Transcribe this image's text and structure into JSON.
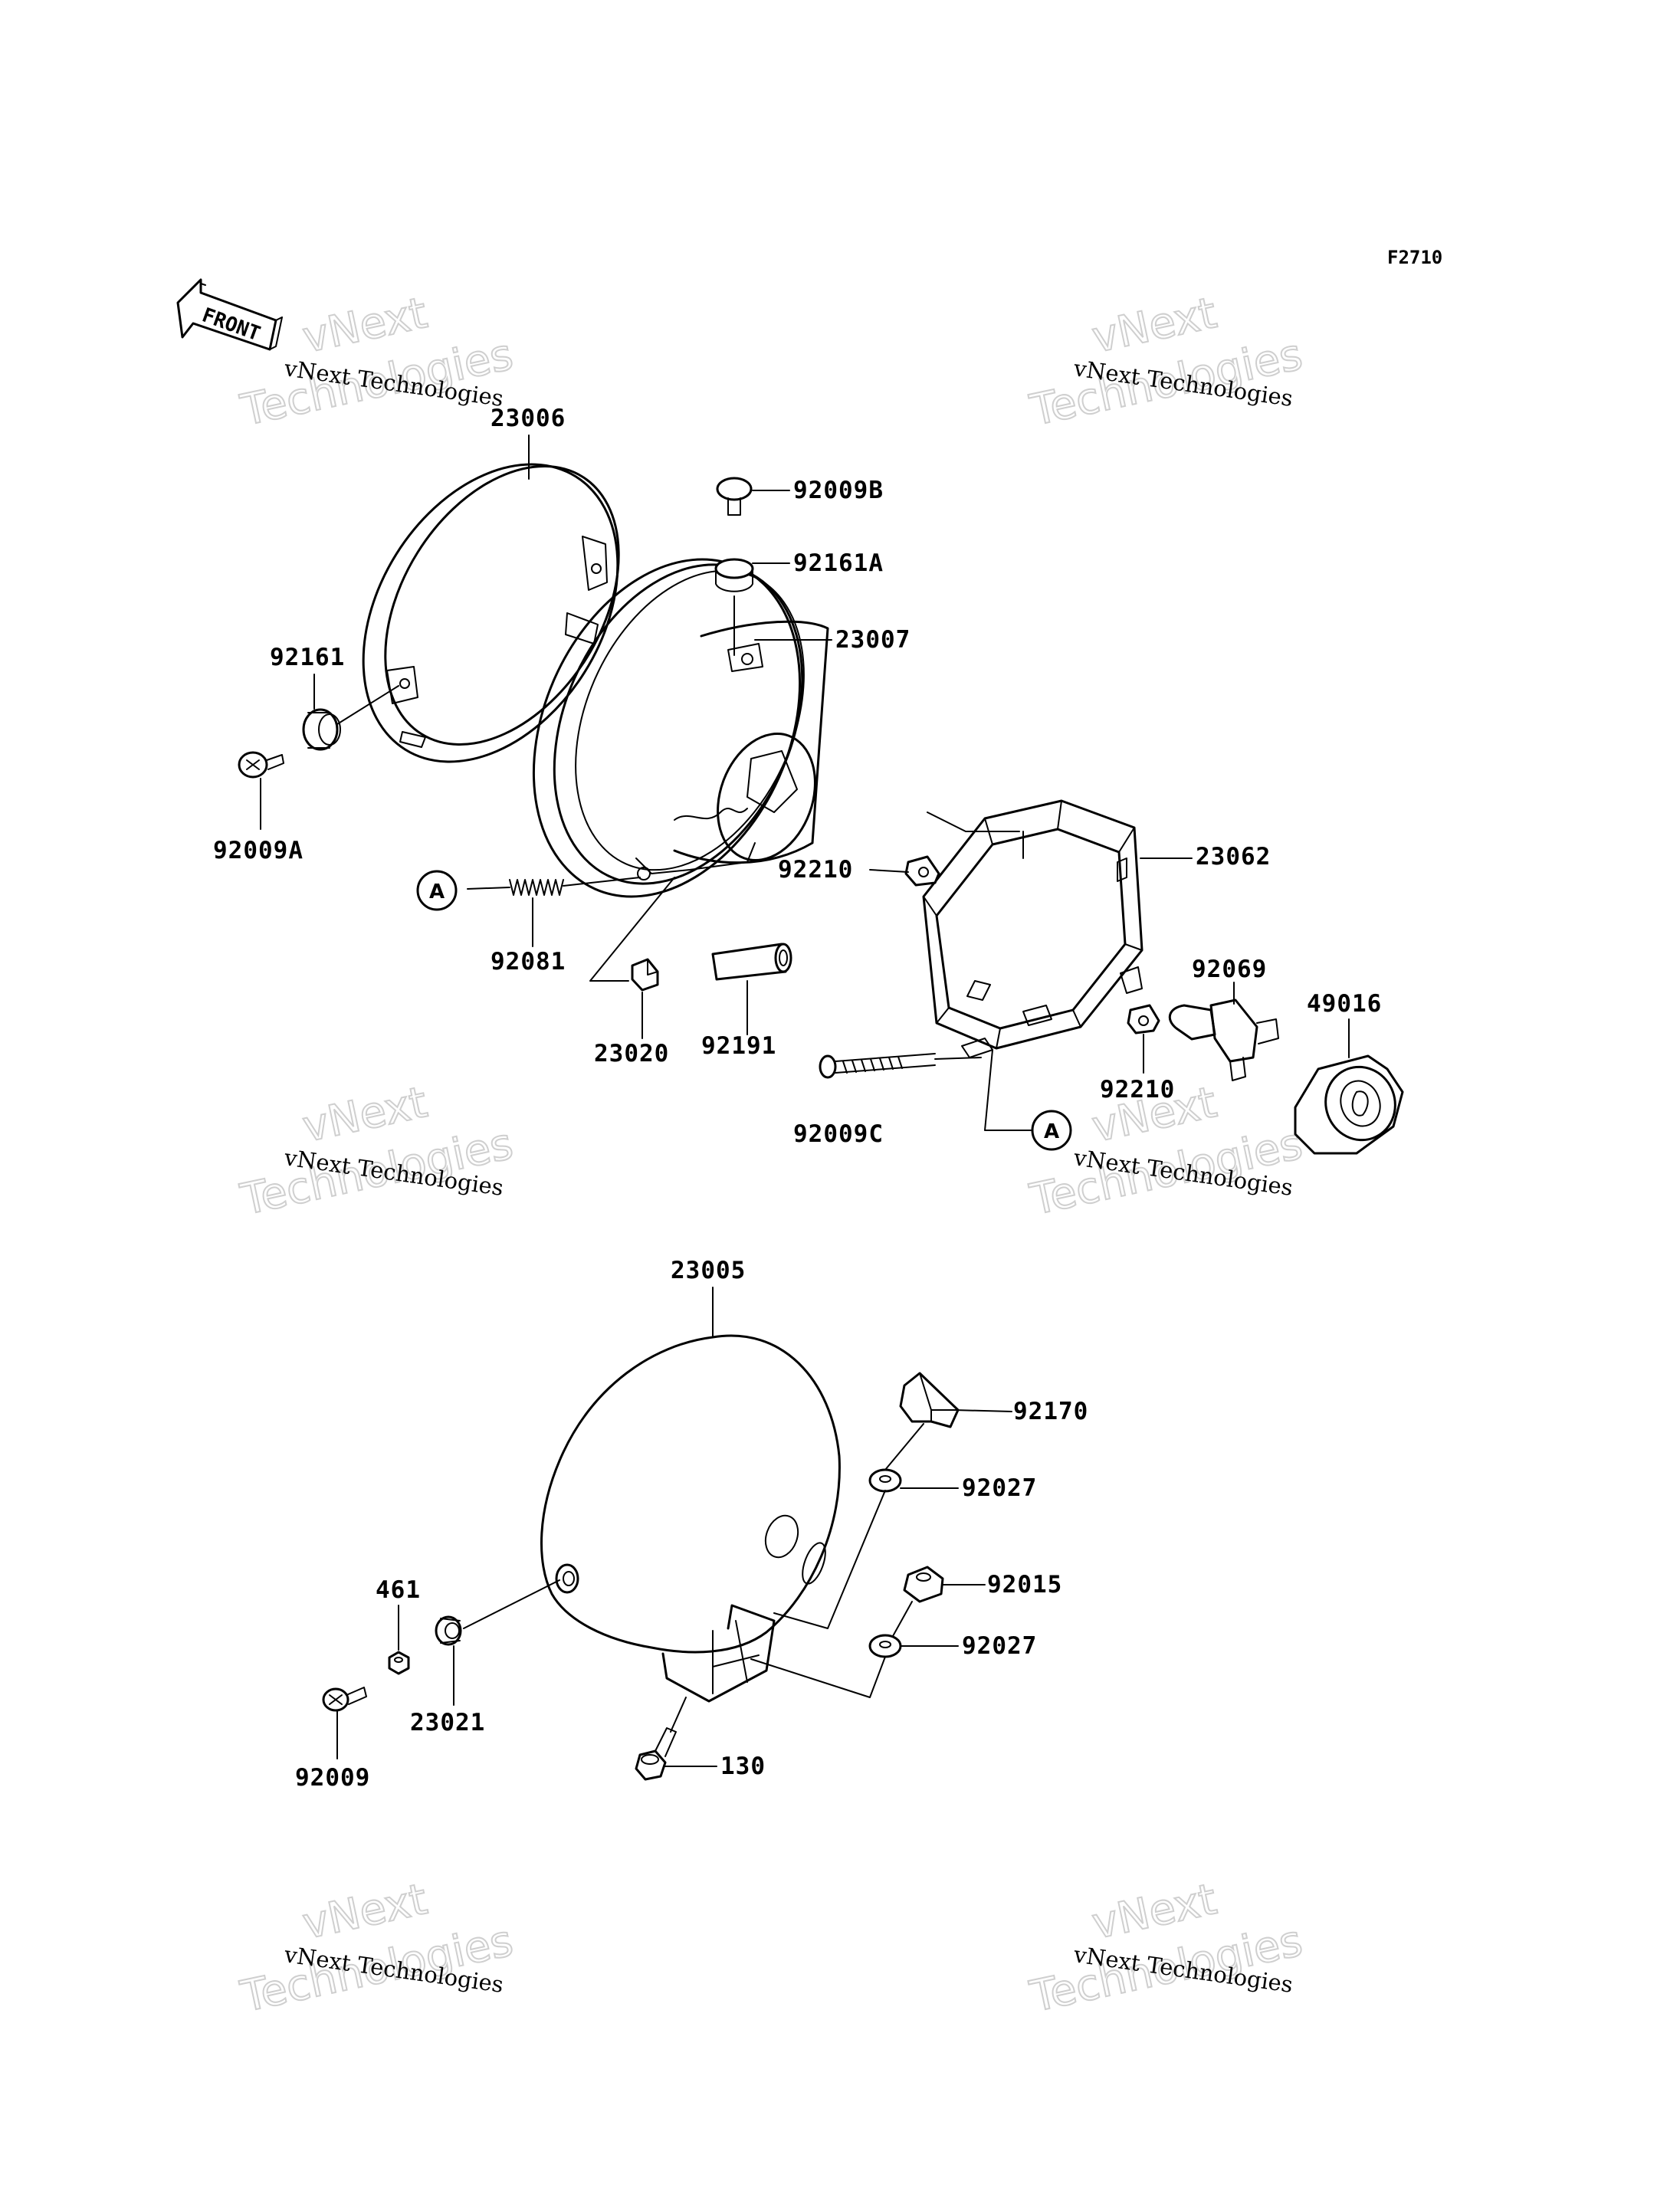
{
  "diagram": {
    "code": "F2710",
    "front_label": "FRONT",
    "ref_marker": "A",
    "parts": {
      "p23006": "23006",
      "p92009B": "92009B",
      "p92161A": "92161A",
      "p23007": "23007",
      "p92161": "92161",
      "p92009A": "92009A",
      "p92081": "92081",
      "p23020": "23020",
      "p92191": "92191",
      "p92210a": "92210",
      "p23062": "23062",
      "p92069": "92069",
      "p49016": "49016",
      "p92210b": "92210",
      "p92009C": "92009C",
      "p23005": "23005",
      "p92170": "92170",
      "p92027a": "92027",
      "p92015": "92015",
      "p92027b": "92027",
      "p461": "461",
      "p23021": "23021",
      "p92009": "92009",
      "p130": "130"
    }
  },
  "watermark": {
    "line1": "vNext Technologies",
    "line2": "vNext",
    "line3": "Technologies"
  }
}
